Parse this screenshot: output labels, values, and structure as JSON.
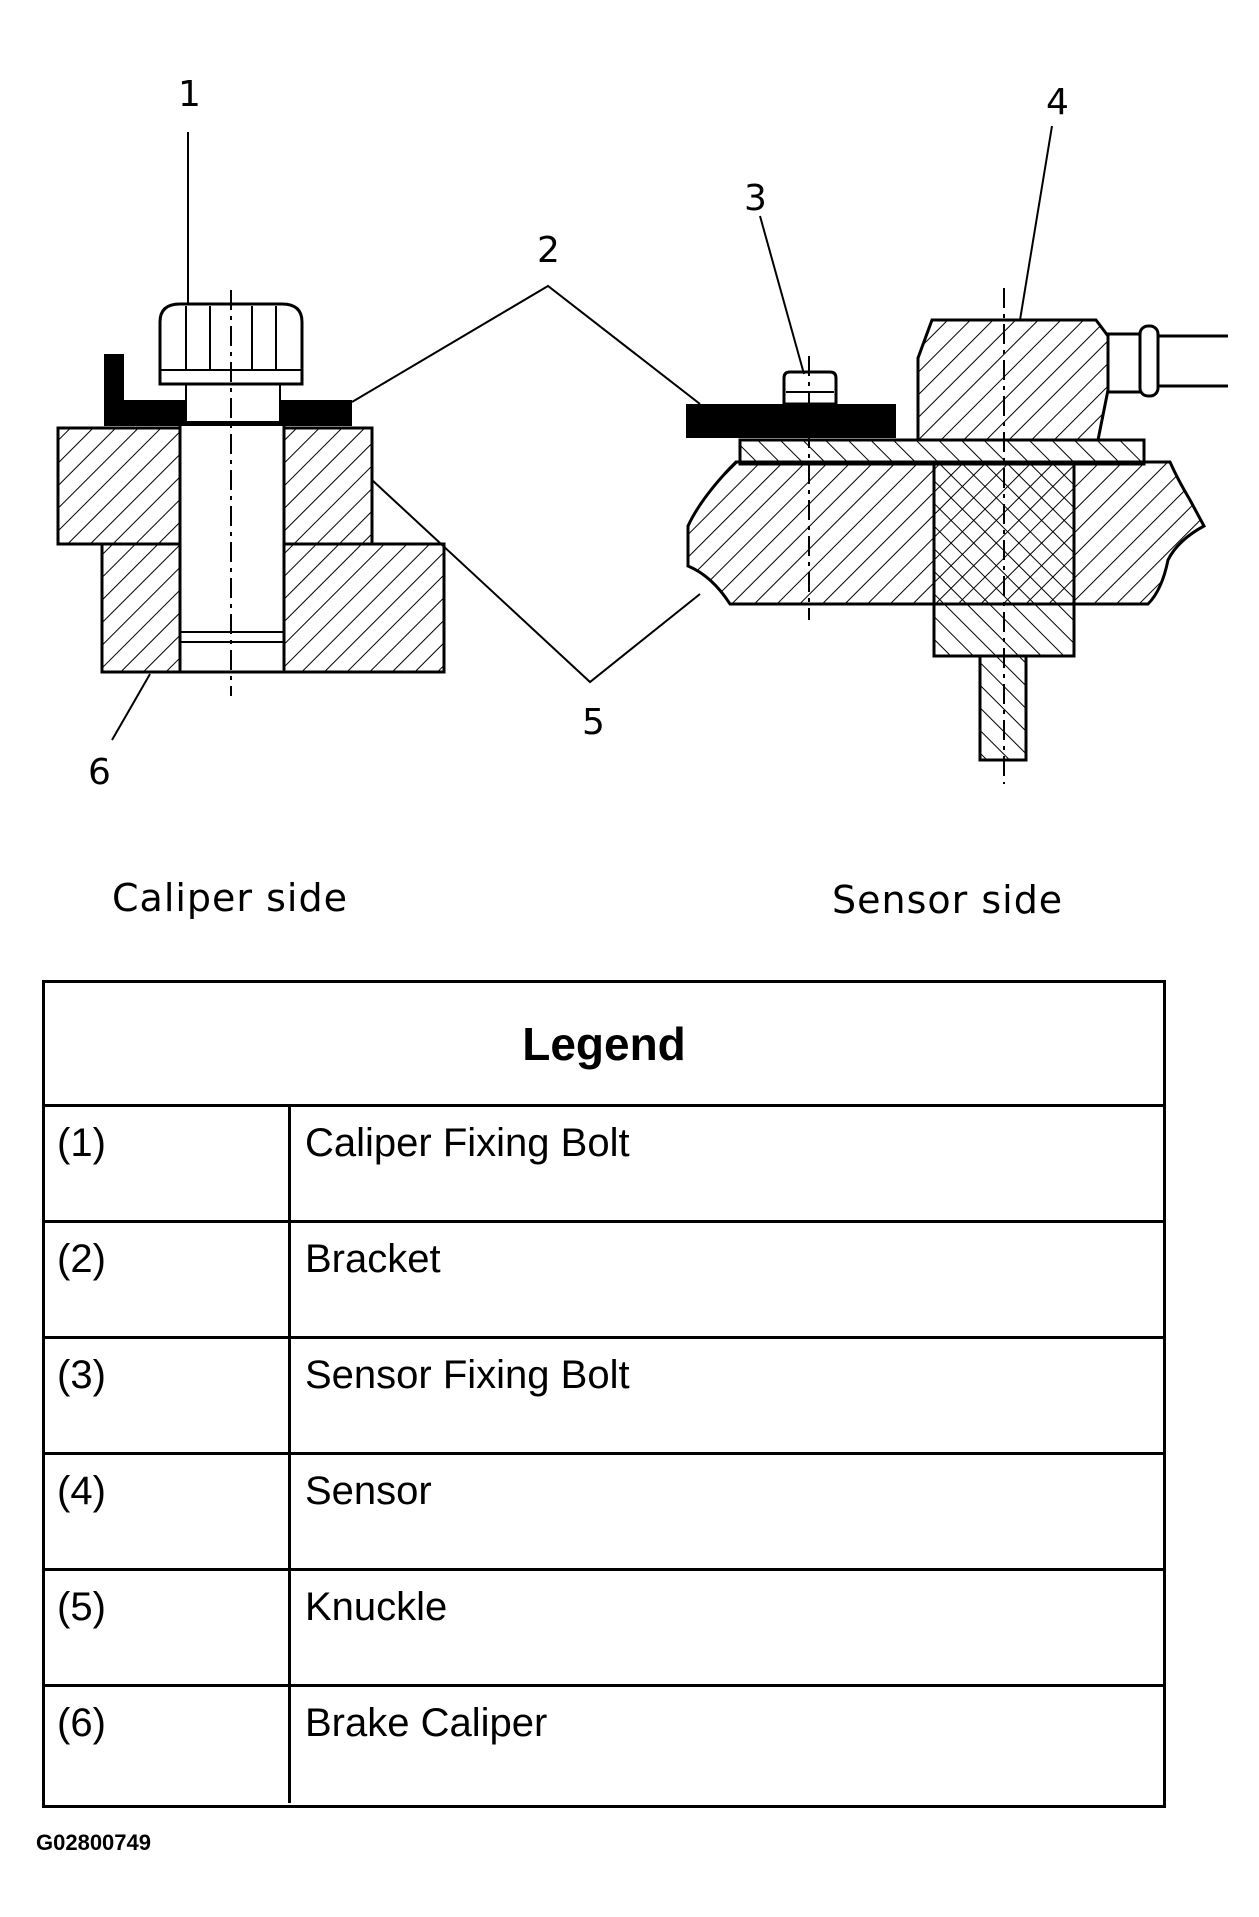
{
  "callouts": [
    "1",
    "2",
    "3",
    "4",
    "5",
    "6"
  ],
  "captions": {
    "left": "Caliper side",
    "right": "Sensor side"
  },
  "legend": {
    "title": "Legend",
    "rows": [
      {
        "num": "(1)",
        "label": "Caliper Fixing Bolt"
      },
      {
        "num": "(2)",
        "label": "Bracket"
      },
      {
        "num": "(3)",
        "label": "Sensor Fixing Bolt"
      },
      {
        "num": "(4)",
        "label": "Sensor"
      },
      {
        "num": "(5)",
        "label": "Knuckle"
      },
      {
        "num": "(6)",
        "label": "Brake Caliper"
      }
    ]
  },
  "figure_id": "G02800749"
}
